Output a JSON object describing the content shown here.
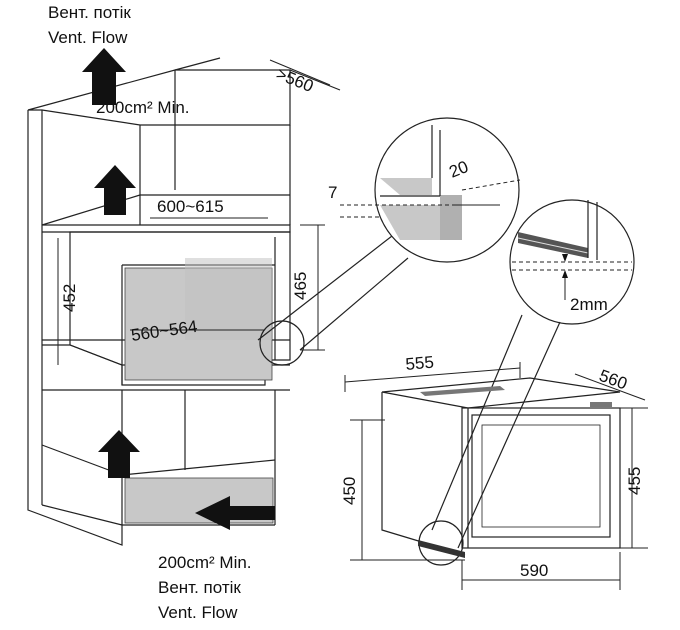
{
  "vent_top": {
    "line1": "Вент. потік",
    "line2": "Vent. Flow",
    "min_area": "200cm² Min."
  },
  "vent_bottom": {
    "min_area": "200cm² Min.",
    "line1": "Вент. потік",
    "line2": "Vent. Flow"
  },
  "cabinet_dims": {
    "depth": ">560",
    "width": "600~615",
    "niche_height_left": "452",
    "niche_height_right": "465",
    "inner_width": "560~564"
  },
  "detail_1": {
    "gap": "7",
    "overlap": "20"
  },
  "detail_2": {
    "gap": "2mm"
  },
  "appliance_dims": {
    "width_top": "555",
    "depth": "560",
    "height_left": "450",
    "height_right": "455",
    "front_width": "590"
  },
  "colors": {
    "line": "#222222",
    "panel_fill": "#c8c8c8",
    "arrow": "#111111"
  }
}
